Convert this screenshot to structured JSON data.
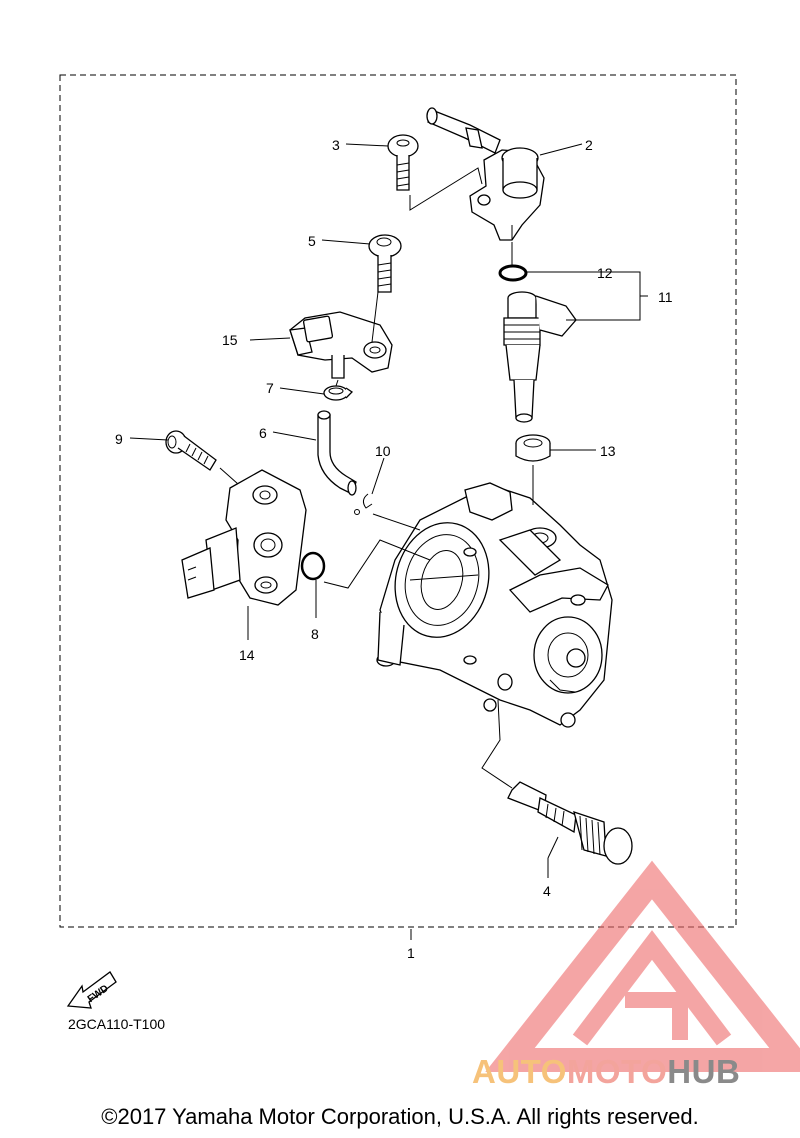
{
  "callouts": [
    {
      "id": "c1",
      "label": "1"
    },
    {
      "id": "c2",
      "label": "2"
    },
    {
      "id": "c3",
      "label": "3"
    },
    {
      "id": "c4",
      "label": "4"
    },
    {
      "id": "c5",
      "label": "5"
    },
    {
      "id": "c6",
      "label": "6"
    },
    {
      "id": "c7",
      "label": "7"
    },
    {
      "id": "c8",
      "label": "8"
    },
    {
      "id": "c9",
      "label": "9"
    },
    {
      "id": "c10",
      "label": "10"
    },
    {
      "id": "c11",
      "label": "11"
    },
    {
      "id": "c12",
      "label": "12"
    },
    {
      "id": "c13",
      "label": "13"
    },
    {
      "id": "c14",
      "label": "14"
    },
    {
      "id": "c15",
      "label": "15"
    }
  ],
  "fwd_label": "FWD",
  "diagram_code": "2GCA110-T100",
  "copyright": "©2017 Yamaha Motor Corporation, U.S.A. All rights reserved.",
  "watermark": {
    "part1": "AUTO",
    "part2": "MOTO",
    "part3": "HUB",
    "color_auto": "#f6c27a",
    "color_moto": "#f3a49c",
    "color_hub": "#8a8a8a",
    "logo_color": "#ee6b6b"
  }
}
